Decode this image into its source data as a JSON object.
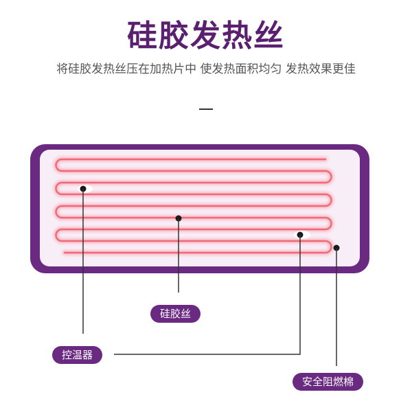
{
  "header": {
    "title": "硅胶发热丝",
    "subtitle": "将硅胶发热丝压在加热片中 使发热面积均匀 发热效果更佳"
  },
  "labels": {
    "silicone_wire": "硅胶丝",
    "thermostat": "控温器",
    "insulation": "安全阻燃棉"
  },
  "colors": {
    "brand_purple": "#5a1f6e",
    "frame_purple": "#6a2a82",
    "panel_fill": "#f7eef8",
    "heating_wire": "#ee6a7a",
    "heating_glow": "#f9b9c2"
  }
}
